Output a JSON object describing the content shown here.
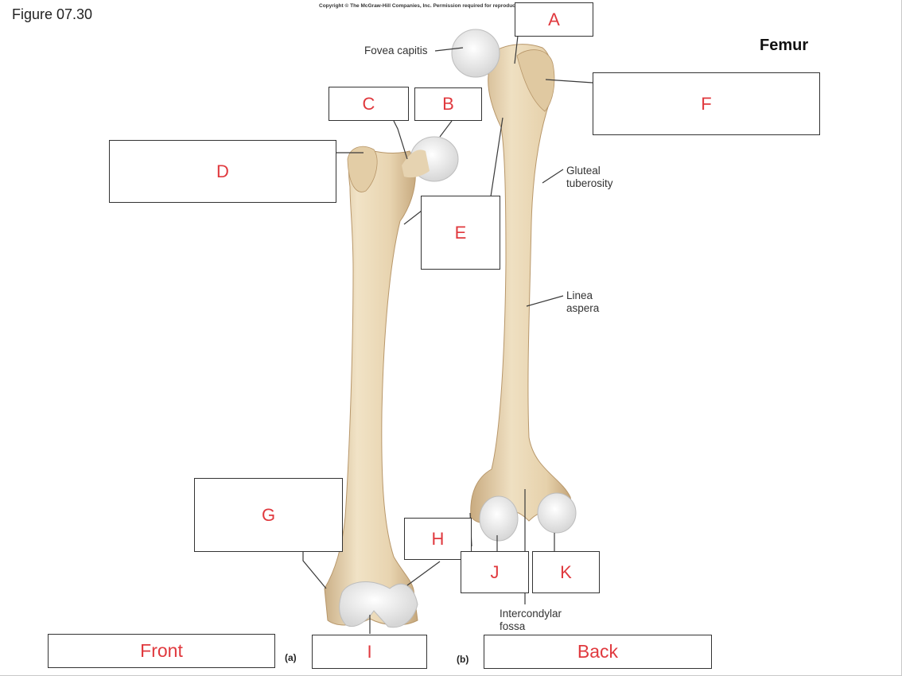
{
  "figure_title": "Figure 07.30",
  "copyright": "Copyright © The McGraw-Hill Companies, Inc. Permission required for reproduction or display.",
  "main_title": "Femur",
  "labels": {
    "fovea_capitis": "Fovea capitis",
    "gluteal_tuberosity_1": "Gluteal",
    "gluteal_tuberosity_2": "tuberosity",
    "linea_aspera_1": "Linea",
    "linea_aspera_2": "aspera",
    "intercondylar_fossa_1": "Intercondylar",
    "intercondylar_fossa_2": "fossa"
  },
  "parts": {
    "a": "(a)",
    "b": "(b)"
  },
  "answer_boxes": {
    "A": "A",
    "B": "B",
    "C": "C",
    "D": "D",
    "E": "E",
    "F": "F",
    "G": "G",
    "H": "H",
    "I": "I",
    "J": "J",
    "K": "K"
  },
  "view_captions": {
    "front": "Front",
    "back": "Back"
  },
  "colors": {
    "answer_text": "#e0393e",
    "bone": "#ecdcbd",
    "bone_shade": "#c9ab80",
    "cartilage": "#f1f1f1"
  }
}
